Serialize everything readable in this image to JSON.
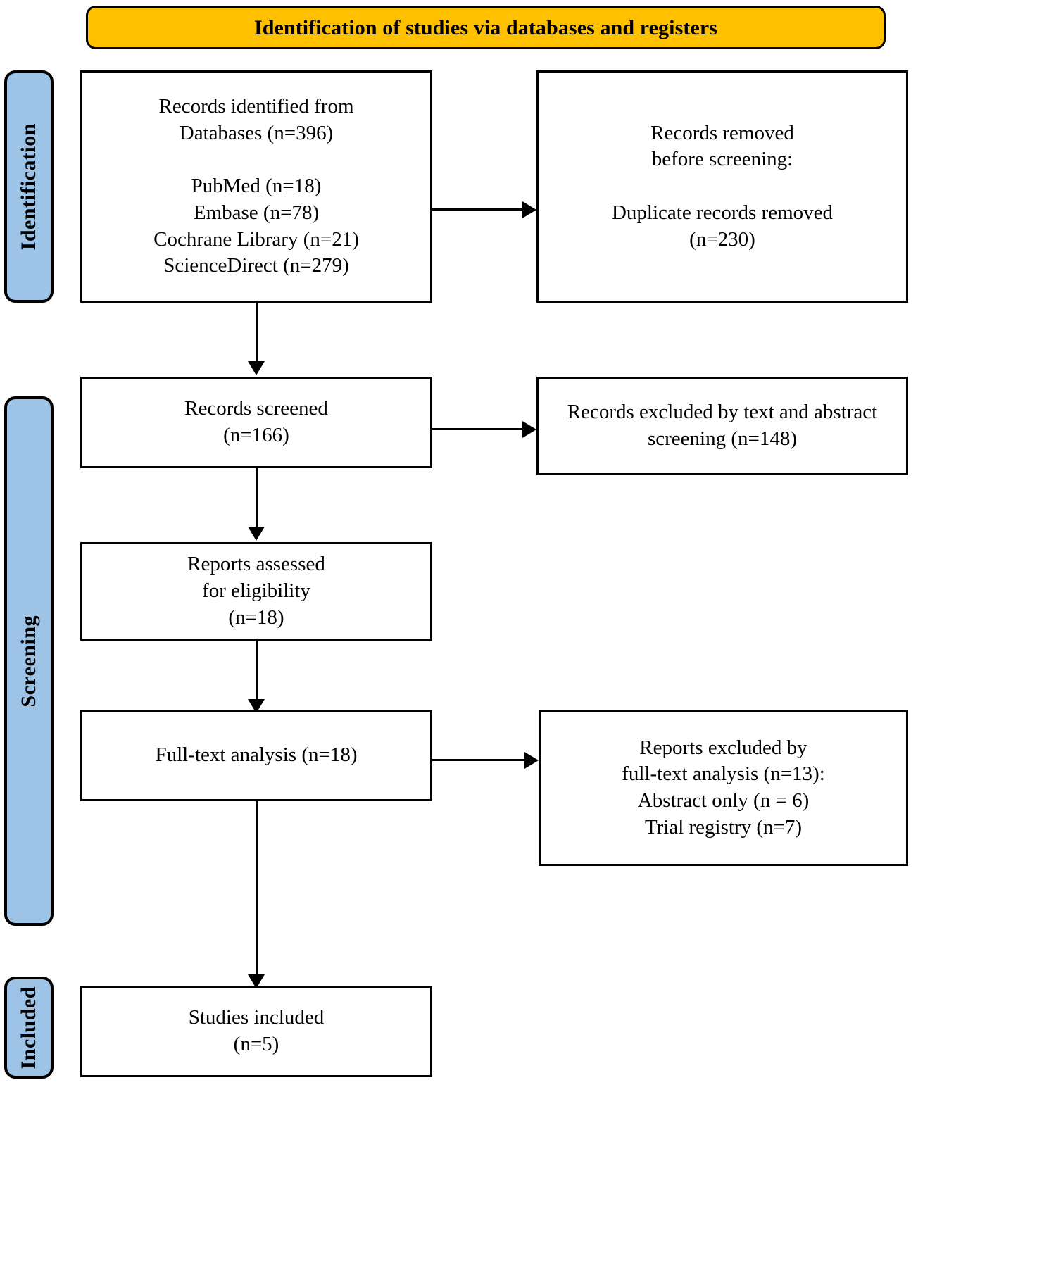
{
  "diagram": {
    "title": "Identification of studies via databases and registers",
    "colors": {
      "banner_fill": "#FFC000",
      "stage_fill": "#9DC3E6",
      "box_fill": "#FFFFFF",
      "stroke": "#000000"
    },
    "stages": [
      {
        "id": "identification",
        "label": "Identification"
      },
      {
        "id": "screening",
        "label": "Screening"
      },
      {
        "id": "included",
        "label": "Included"
      }
    ],
    "boxes": {
      "records_identified": {
        "text": "Records identified from\nDatabases (n=396)\n\nPubMed (n=18)\nEmbase (n=78)\nCochrane Library (n=21)\nScienceDirect (n=279)"
      },
      "records_removed": {
        "text": "Records removed\nbefore screening:\n\nDuplicate records removed\n(n=230)"
      },
      "records_screened": {
        "text": "Records screened\n(n=166)"
      },
      "records_excluded": {
        "text": "Records excluded by text and abstract\nscreening (n=148)"
      },
      "reports_assessed": {
        "text": "Reports assessed\nfor eligibility\n(n=18)"
      },
      "full_text_analysis": {
        "text": "Full-text analysis (n=18)"
      },
      "reports_excluded": {
        "text": "Reports excluded by\nfull-text analysis (n=13):\nAbstract only (n = 6)\nTrial registry (n=7)"
      },
      "studies_included": {
        "text": "Studies included\n(n=5)"
      }
    },
    "flow_data": {
      "identified_total": 396,
      "sources": [
        {
          "name": "PubMed",
          "n": 18
        },
        {
          "name": "Embase",
          "n": 78
        },
        {
          "name": "Cochrane Library",
          "n": 21
        },
        {
          "name": "ScienceDirect",
          "n": 279
        }
      ],
      "duplicates_removed": 230,
      "screened": 166,
      "excluded_title_abstract": 148,
      "assessed_for_eligibility": 18,
      "full_text_analysed": 18,
      "excluded_full_text": 13,
      "excluded_reasons": [
        {
          "reason": "Abstract only",
          "n": 6
        },
        {
          "reason": "Trial registry",
          "n": 7
        }
      ],
      "included": 5
    }
  }
}
